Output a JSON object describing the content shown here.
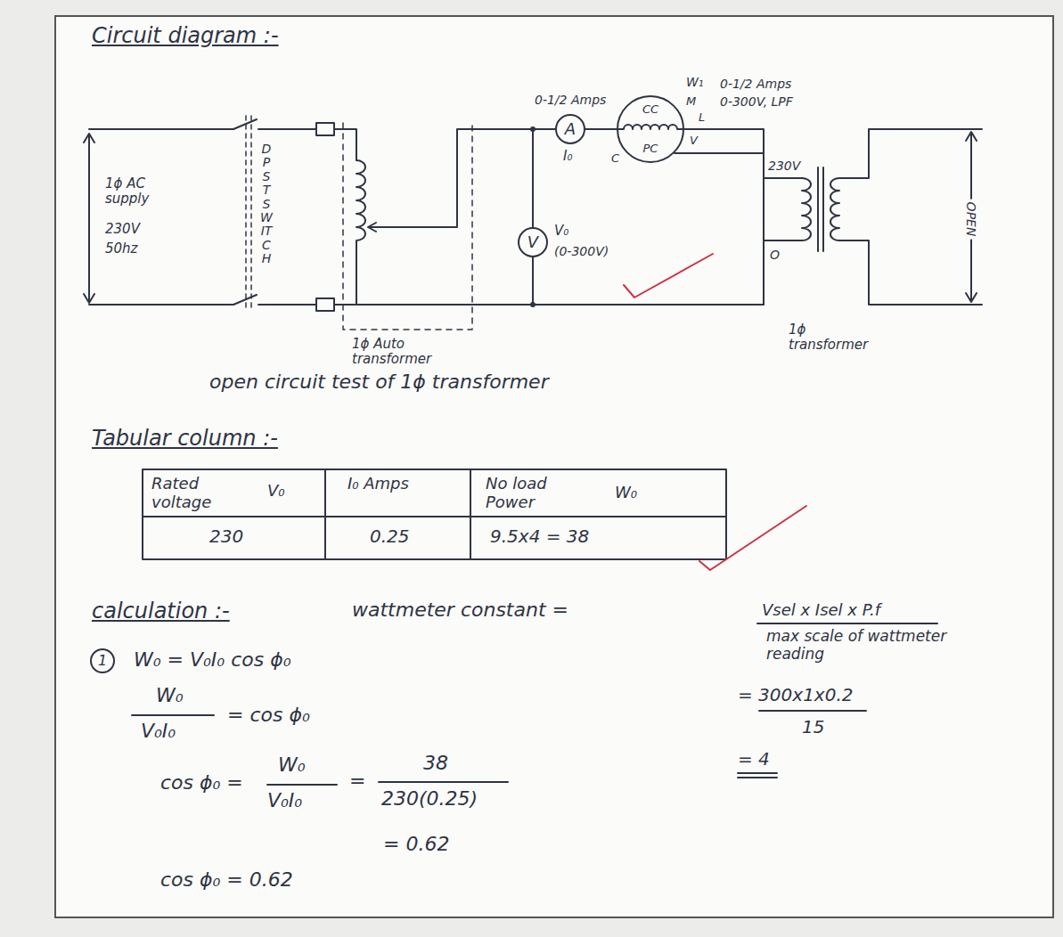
{
  "diagram": {
    "title": "Circuit diagram :-",
    "caption": "open circuit test of 1ϕ transformer",
    "nodes": [
      {
        "text": [
          "A"
        ]
      },
      {
        "text": [
          "CC",
          "PC"
        ]
      },
      {
        "text": [
          "V"
        ]
      }
    ],
    "edges": [
      {
        "from": 0,
        "to": 1,
        "arrow": "none"
      }
    ],
    "labels": [
      "1ϕ AC supply",
      "230V",
      "50hz",
      "DPST SWITCH",
      "1ϕ Auto transformer",
      "0-1/2 Amps",
      "I₀",
      "V₀",
      "(0-300V)",
      "W₁",
      "0-1/2 Amps",
      "0-300V, LPF",
      "M",
      "L",
      "C",
      "V",
      "230V",
      "O",
      "1ϕ transformer",
      "OPEN",
      "Tabular column :-",
      "Rated voltage",
      "V₀",
      "I₀ Amps",
      "No load Power",
      "W₀",
      "230",
      "0.25",
      "9.5x4 = 38",
      "calculation :-",
      "wattmeter constant =",
      "Vsel x Isel x P.f",
      "max scale of wattmeter reading",
      "= 300x1x0.2",
      "15",
      "= 4",
      "1",
      "W₀ = V₀I₀ cos ϕ₀",
      "W₀",
      "V₀I₀",
      "= cos ϕ₀",
      "cos ϕ₀ =",
      "W₀",
      "V₀I₀",
      "=",
      "38",
      "230(0.25)",
      "= 0.62",
      "cos ϕ₀ = 0.62"
    ]
  }
}
